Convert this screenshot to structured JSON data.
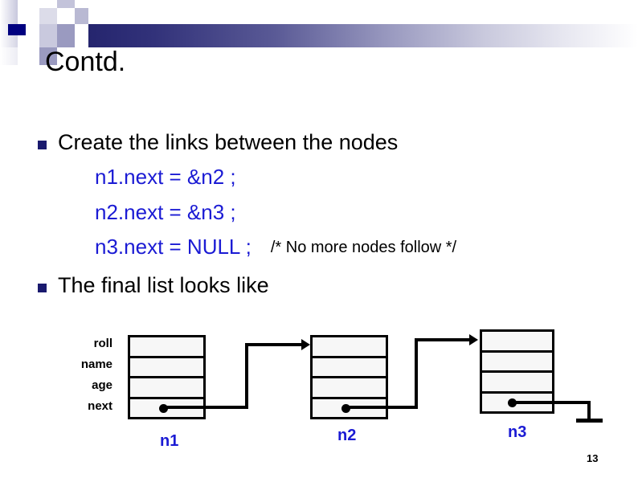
{
  "slide": {
    "title": "Contd.",
    "page_number": "13"
  },
  "bullets": [
    {
      "marker": "square-bullet",
      "text": "Create the links between the nodes"
    },
    {
      "marker": "square-bullet",
      "text": "The final list looks like"
    }
  ],
  "code_lines": [
    {
      "text": "n1.next =  &n2 ;",
      "comment": ""
    },
    {
      "text": "n2.next =  &n3 ;",
      "comment": ""
    },
    {
      "text": "n3.next =  NULL ;",
      "comment": "/* No more nodes follow */"
    }
  ],
  "diagram": {
    "type": "linked-list",
    "field_labels": [
      "roll",
      "name",
      "age",
      "next"
    ],
    "nodes": [
      {
        "name": "n1",
        "cells": [
          "",
          "",
          "",
          ""
        ],
        "next_pointer": "n2"
      },
      {
        "name": "n2",
        "cells": [
          "",
          "",
          "",
          ""
        ],
        "next_pointer": "n3"
      },
      {
        "name": "n3",
        "cells": [
          "",
          "",
          "",
          ""
        ],
        "next_pointer": "NULL"
      }
    ],
    "terminator": "ground-symbol"
  },
  "colors": {
    "accent_navy": "#1a1a6e",
    "code_blue": "#1b1bd4",
    "text_black": "#000000",
    "node_fill": "#f7f7f7"
  }
}
